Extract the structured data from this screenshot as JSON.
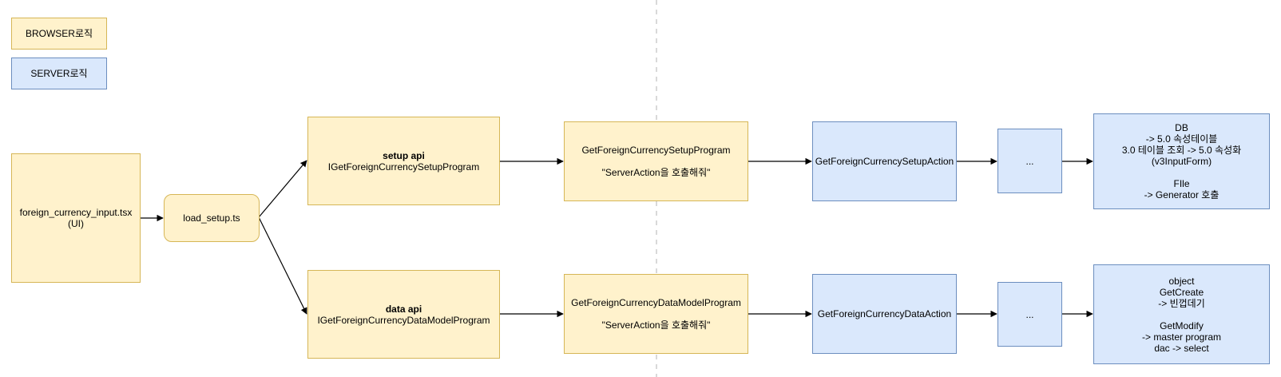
{
  "legend": {
    "browser": "BROWSER로직",
    "server": "SERVER로직"
  },
  "colors": {
    "browser_fill": "#fff2cc",
    "browser_stroke": "#d6b656",
    "server_fill": "#dae8fc",
    "server_stroke": "#6c8ebf",
    "divider": "#b3b3b3"
  },
  "nodes": {
    "ui": {
      "lines": [
        "foreign_currency_input.tsx",
        "(UI)"
      ]
    },
    "load_setup": {
      "label": "load_setup.ts"
    },
    "setup_api": {
      "title": "setup api",
      "subtitle": "IGetForeignCurrencySetupProgram"
    },
    "data_api": {
      "title": "data api",
      "subtitle": "IGetForeignCurrencyDataModelProgram"
    },
    "setup_program": {
      "name": "GetForeignCurrencySetupProgram",
      "note": "\"ServerAction을 호출해줘\""
    },
    "data_program": {
      "name": "GetForeignCurrencyDataModelProgram",
      "note": "\"ServerAction을 호출해줘\""
    },
    "setup_action": {
      "label": "GetForeignCurrencySetupAction"
    },
    "data_action": {
      "label": "GetForeignCurrencyDataAction"
    },
    "setup_ellipsis": {
      "label": "..."
    },
    "data_ellipsis": {
      "label": "..."
    },
    "setup_result": {
      "lines_top": [
        "DB",
        "-> 5.0 속성테이블",
        "3.0 테이블 조회 -> 5.0 속성화",
        "(v3InputForm)"
      ],
      "lines_bottom": [
        "FIle",
        "-> Generator 호출"
      ]
    },
    "data_result": {
      "lines_top": [
        "object",
        "GetCreate",
        "-> 빈껍데기"
      ],
      "lines_bottom": [
        "GetModify",
        "-> master program",
        "dac -> select"
      ]
    }
  }
}
